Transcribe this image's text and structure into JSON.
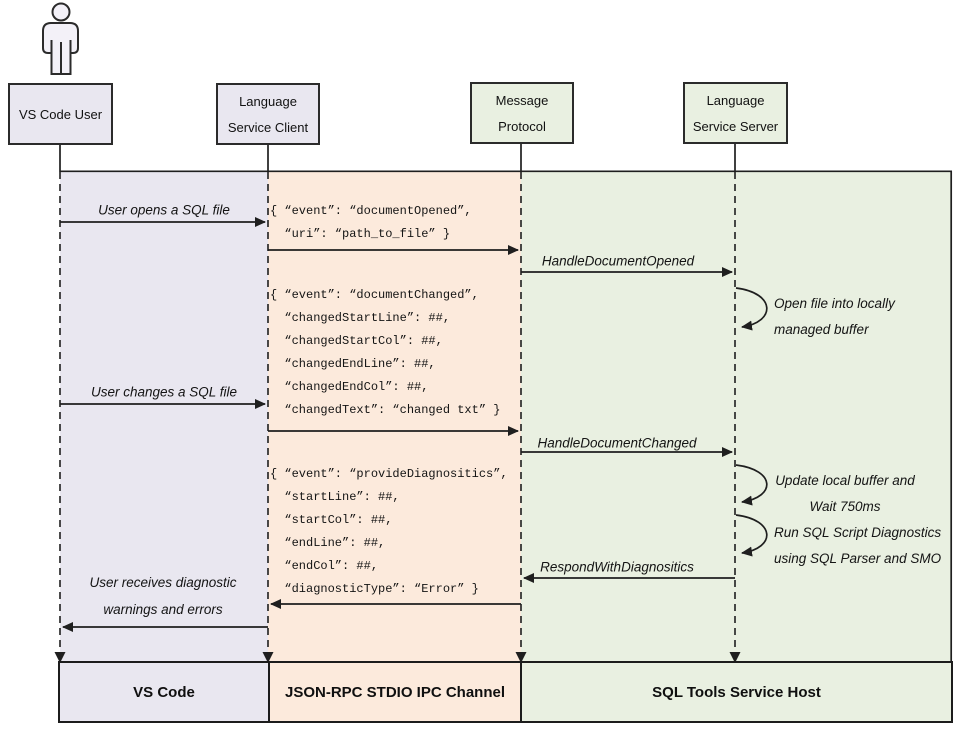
{
  "participants": {
    "user": {
      "line1": "VS Code User"
    },
    "client": {
      "line1": "Language",
      "line2": "Service Client"
    },
    "protocol": {
      "line1": "Message",
      "line2": "Protocol"
    },
    "server": {
      "line1": "Language",
      "line2": "Service Server"
    }
  },
  "messages": {
    "user_opens": "User opens a SQL file",
    "user_changes": "User changes a SQL file",
    "user_receives_1": "User receives diagnostic",
    "user_receives_2": "warnings and errors",
    "handle_opened": "HandleDocumentOpened",
    "handle_changed": "HandleDocumentChanged",
    "respond_diag": "RespondWithDiagnositics"
  },
  "notes": {
    "open_file_1": "Open file into locally",
    "open_file_2": "managed buffer",
    "update_buffer_1": "Update local buffer and",
    "update_buffer_2": "Wait 750ms",
    "run_diag_1": "Run SQL Script Diagnostics",
    "run_diag_2": "using SQL Parser and SMO"
  },
  "payloads": {
    "document_opened": {
      "lines": [
        "{ “event”: “documentOpened”,",
        "  “uri”: “path_to_file” }"
      ]
    },
    "document_changed": {
      "lines": [
        "{ “event”: “documentChanged”,",
        "  “changedStartLine”: ##,",
        "  “changedStartCol”: ##,",
        "  “changedEndLine”: ##,",
        "  “changedEndCol”: ##,",
        "  “changedText”: “changed txt” }"
      ]
    },
    "provide_diagnostics": {
      "lines": [
        "{ “event”: “provideDiagnositics”,",
        "  “startLine”: ##,",
        "  “startCol”: ##,",
        "  “endLine”: ##,",
        "  “endCol”: ##,",
        "  “diagnosticType”: “Error” }"
      ]
    }
  },
  "footer": {
    "vscode": "VS Code",
    "channel": "JSON-RPC STDIO IPC Channel",
    "host": "SQL Tools Service Host"
  },
  "colors": {
    "lavender": "#e9e7f0",
    "peach": "#fceadc",
    "green": "#e9f0e1",
    "line": "#1f1f1f"
  }
}
